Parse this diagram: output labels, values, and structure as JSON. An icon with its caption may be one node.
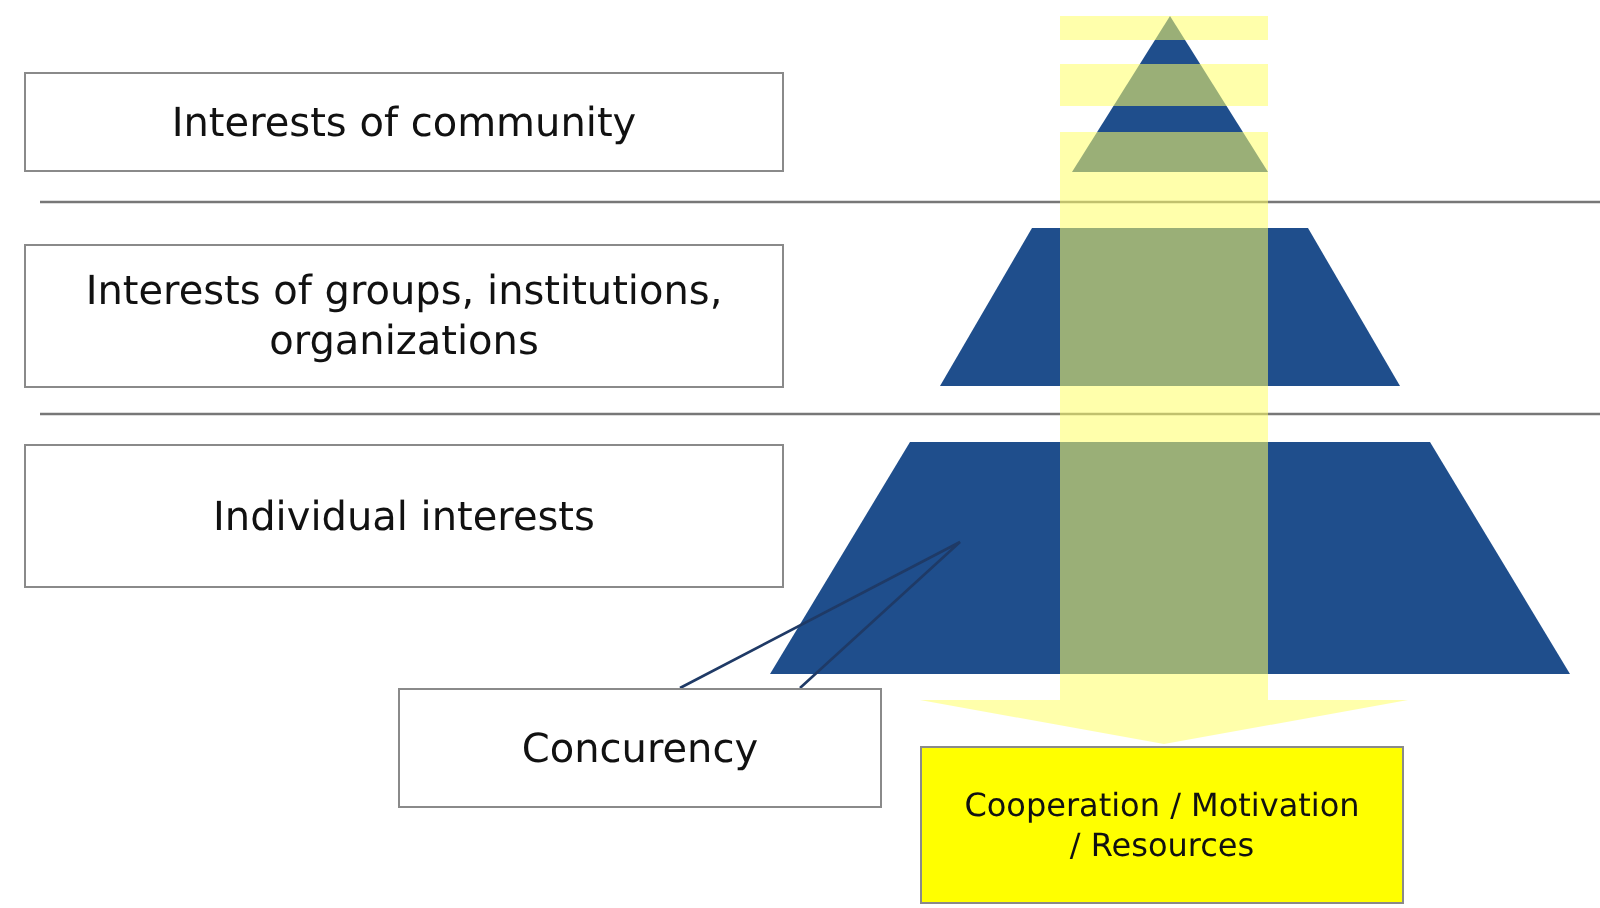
{
  "diagram": {
    "nodes": [
      {
        "text": [
          "Interests of community"
        ]
      },
      {
        "text": [
          "Interests of groups, institutions, organizations"
        ]
      },
      {
        "text": [
          "Individual interests"
        ]
      },
      {
        "text": [],
        "shape": "triangle"
      },
      {
        "text": [],
        "shape": "trapezoid"
      },
      {
        "text": [],
        "shape": "trapezoid"
      },
      {
        "text": [
          "Concurency"
        ]
      },
      {
        "text": [
          "Cooperation / Motivation / Resources"
        ]
      }
    ],
    "edges": [
      {
        "from": 6,
        "to": 5,
        "arrow": "none"
      },
      {
        "from": null,
        "to": 7,
        "arrow": "to",
        "style": "thick",
        "color": "#ffff66"
      }
    ]
  }
}
